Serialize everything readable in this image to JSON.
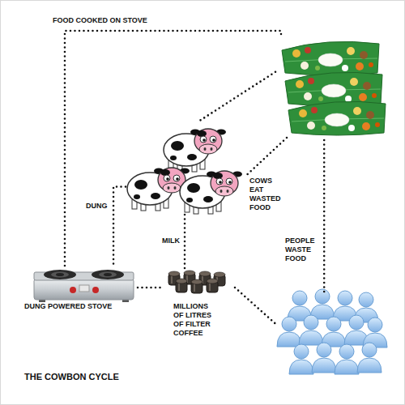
{
  "diagram": {
    "title": "THE COWBON CYCLE",
    "nodes": [
      {
        "text": []
      },
      {
        "text": []
      },
      {
        "text": [
          "DUNG POWERED STOVE"
        ]
      },
      {
        "text": [
          "MILLIONS OF LITRES OF FILTER COFFEE"
        ]
      },
      {
        "text": []
      }
    ],
    "edges": [
      {
        "from": 2,
        "to": 0,
        "arrow": "none",
        "label": "FOOD COOKED ON STOVE"
      },
      {
        "from": 0,
        "to": 1,
        "arrow": "none"
      },
      {
        "from": 0,
        "to": 1,
        "arrow": "none",
        "label": "COWS EAT WASTED FOOD"
      },
      {
        "from": 1,
        "to": 2,
        "arrow": "none",
        "label": "DUNG"
      },
      {
        "from": 1,
        "to": 3,
        "arrow": "none",
        "label": "MILK"
      },
      {
        "from": 2,
        "to": 3,
        "arrow": "none"
      },
      {
        "from": 3,
        "to": 4,
        "arrow": "none"
      },
      {
        "from": 4,
        "to": 0,
        "arrow": "none",
        "label": "PEOPLE WASTE FOOD"
      }
    ]
  }
}
